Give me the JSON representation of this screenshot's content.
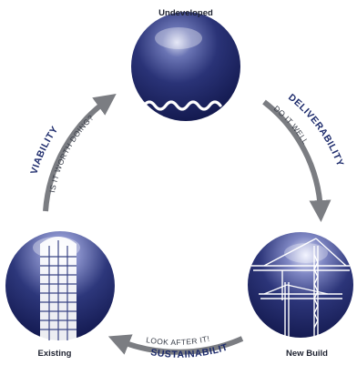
{
  "nodes": {
    "undeveloped": {
      "label": "Undeveloped"
    },
    "new_build": {
      "label": "New Build"
    },
    "existing": {
      "label": "Existing"
    }
  },
  "phases": {
    "deliverability": {
      "title": "DELIVERABILITY",
      "question": "DO IT WELL"
    },
    "sustainability": {
      "title": "SUSTAINABILITY",
      "question": "LOOK AFTER IT!"
    },
    "viability": {
      "title": "VIABILITY",
      "question": "IS IT WORTH DOING?"
    }
  },
  "colors": {
    "sphere_dark": "#12184d",
    "sphere_mid": "#2b3478",
    "arrow": "#7b7d82",
    "title": "#1c2a6b"
  }
}
